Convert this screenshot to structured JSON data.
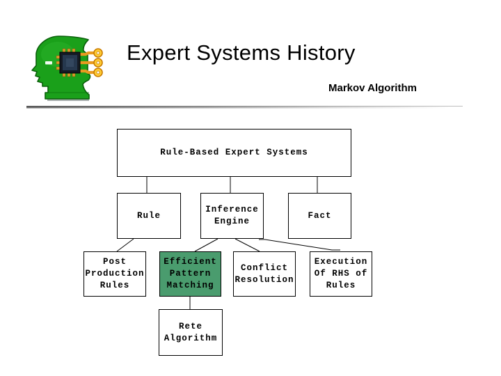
{
  "slide": {
    "title": "Expert Systems History",
    "subtitle": "Markov Algorithm"
  },
  "logo": {
    "icon": "head-with-chip-logo"
  },
  "colors": {
    "highlight_box": "#4a9c6e",
    "box_background": "#ffffff",
    "box_border": "#000000",
    "connector_line": "#000000",
    "logo_green": "#1aa01a",
    "logo_green_dark": "#0a5f0a",
    "logo_trace_orange": "#e89a20",
    "logo_ring_yellow": "#ffcc33",
    "logo_chip_dark": "#141a24",
    "divider_gray": "#686868"
  },
  "diagram": {
    "nodes": [
      {
        "id": "rule-based-expert-systems",
        "label": "Rule-Based Expert Systems",
        "highlighted": false
      },
      {
        "id": "rule",
        "label": "Rule",
        "highlighted": false
      },
      {
        "id": "inference-engine",
        "label": "Inference\nEngine",
        "highlighted": false
      },
      {
        "id": "fact",
        "label": "Fact",
        "highlighted": false
      },
      {
        "id": "post-production-rules",
        "label": "Post\nProduction\nRules",
        "highlighted": false
      },
      {
        "id": "efficient-pattern-matching",
        "label": "Efficient\nPattern\nMatching",
        "highlighted": true
      },
      {
        "id": "conflict-resolution",
        "label": "Conflict\nResolution",
        "highlighted": false
      },
      {
        "id": "execution-of-rhs-of-rules",
        "label": "Execution\nOf RHS of\nRules",
        "highlighted": false
      },
      {
        "id": "rete-algorithm",
        "label": "Rete\nAlgorithm",
        "highlighted": false
      }
    ],
    "edges": [
      {
        "from": "rule-based-expert-systems",
        "to": "rule"
      },
      {
        "from": "rule-based-expert-systems",
        "to": "inference-engine"
      },
      {
        "from": "rule-based-expert-systems",
        "to": "fact"
      },
      {
        "from": "rule",
        "to": "post-production-rules"
      },
      {
        "from": "inference-engine",
        "to": "efficient-pattern-matching"
      },
      {
        "from": "inference-engine",
        "to": "conflict-resolution"
      },
      {
        "from": "inference-engine",
        "to": "execution-of-rhs-of-rules"
      },
      {
        "from": "efficient-pattern-matching",
        "to": "rete-algorithm"
      }
    ]
  }
}
